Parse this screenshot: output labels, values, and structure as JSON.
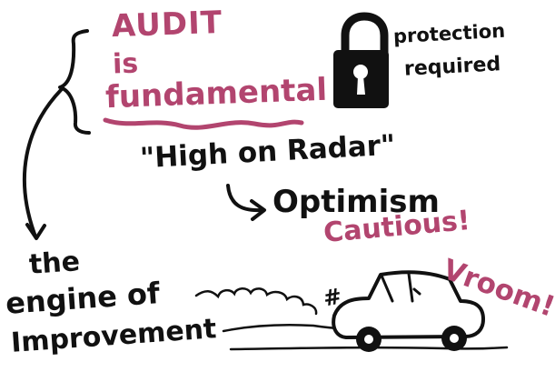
{
  "sketchnote": {
    "audit_heading": "AUDIT",
    "is_word": "is",
    "fundamental_word": "fundamental",
    "protection_line1": "protection",
    "protection_line2": "required",
    "high_on_radar": "\"High on Radar\"",
    "optimism": "Optimism",
    "cautious": "Cautious!",
    "engine_line1": "the",
    "engine_line2": "engine of",
    "engine_line3": "Improvement",
    "vroom": "Vroom!",
    "car_symbol": "#",
    "icons": {
      "padlock": "padlock-icon",
      "arrow_curved_down": "curved-arrow-icon",
      "arrow_right": "right-arrow-icon",
      "car": "car-icon",
      "exhaust": "exhaust-cloud-icon",
      "speed_lines": "motion-lines-icon",
      "bracket": "curly-bracket-icon",
      "underline": "wavy-underline-icon"
    },
    "colors": {
      "ink": "#111111",
      "accent": "#b2456f",
      "background": "#ffffff"
    }
  }
}
